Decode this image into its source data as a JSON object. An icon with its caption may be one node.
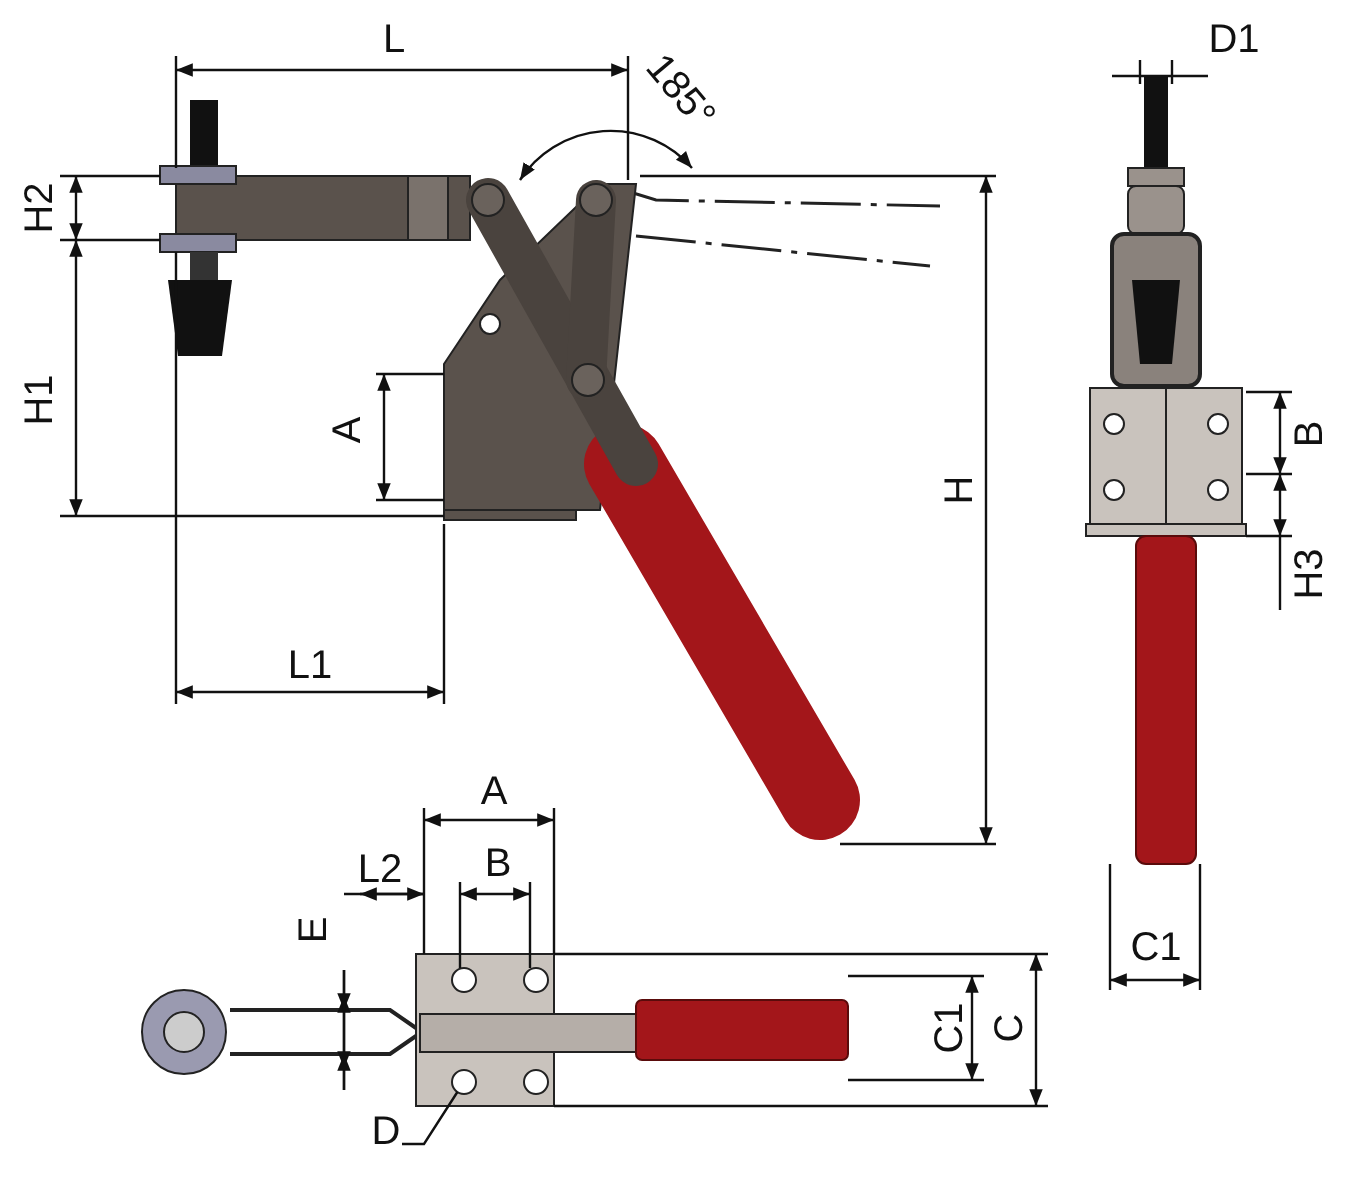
{
  "diagram": {
    "nodes": [
      {
        "text": [
          "D"
        ]
      },
      {
        "text": [],
        "shape": "circle"
      }
    ],
    "edges": [
      {
        "from": 0,
        "to": 1,
        "arrow": "none"
      }
    ],
    "labels": [
      "L",
      "185°",
      "D1",
      "H2",
      "H1",
      "A",
      "B",
      "H",
      "H3",
      "L1",
      "A",
      "L2",
      "B",
      "E",
      "C1",
      "C",
      "C1"
    ]
  }
}
